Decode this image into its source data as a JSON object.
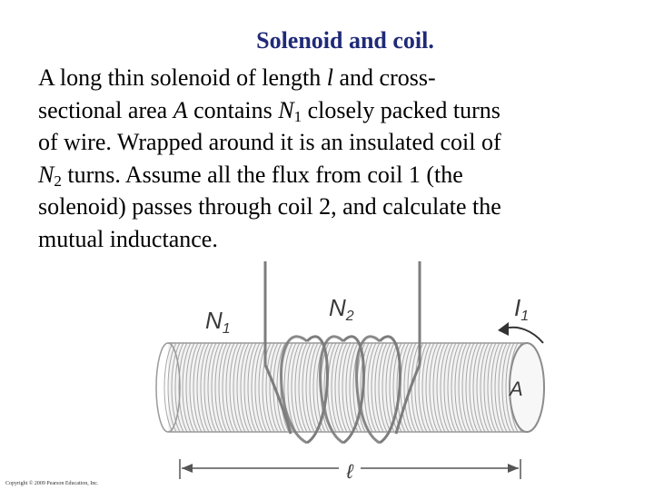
{
  "slide": {
    "title": "Solenoid and coil.",
    "paragraph": {
      "line1": {
        "a": "A long thin solenoid of length ",
        "l": "l",
        "b": " and cross-"
      },
      "line2": {
        "a": "sectional area ",
        "A": "A",
        "b": " contains ",
        "N": "N",
        "sub": "1",
        "c": " closely packed turns"
      },
      "line3": {
        "a": "of wire. Wrapped around it is an insulated coil of"
      },
      "line4": {
        "N": "N",
        "sub": "2",
        "a": " turns. Assume all the flux from coil 1 (the"
      },
      "line5": {
        "a": "solenoid) passes through coil 2, and calculate the"
      },
      "line6": {
        "a": "mutual inductance."
      }
    },
    "figure": {
      "labels": {
        "N1": {
          "main": "N",
          "sub": "1"
        },
        "N2": {
          "main": "N",
          "sub": "2"
        },
        "I1": {
          "main": "I",
          "sub": "1"
        },
        "A": "A",
        "length": "ℓ"
      },
      "colors": {
        "solenoid": "#9a9a9a",
        "coil": "#7d7d7d",
        "wire": "#8a8a8a",
        "arrow": "#333333"
      }
    },
    "copyright": "Copyright © 2009 Pearson Education, Inc."
  }
}
